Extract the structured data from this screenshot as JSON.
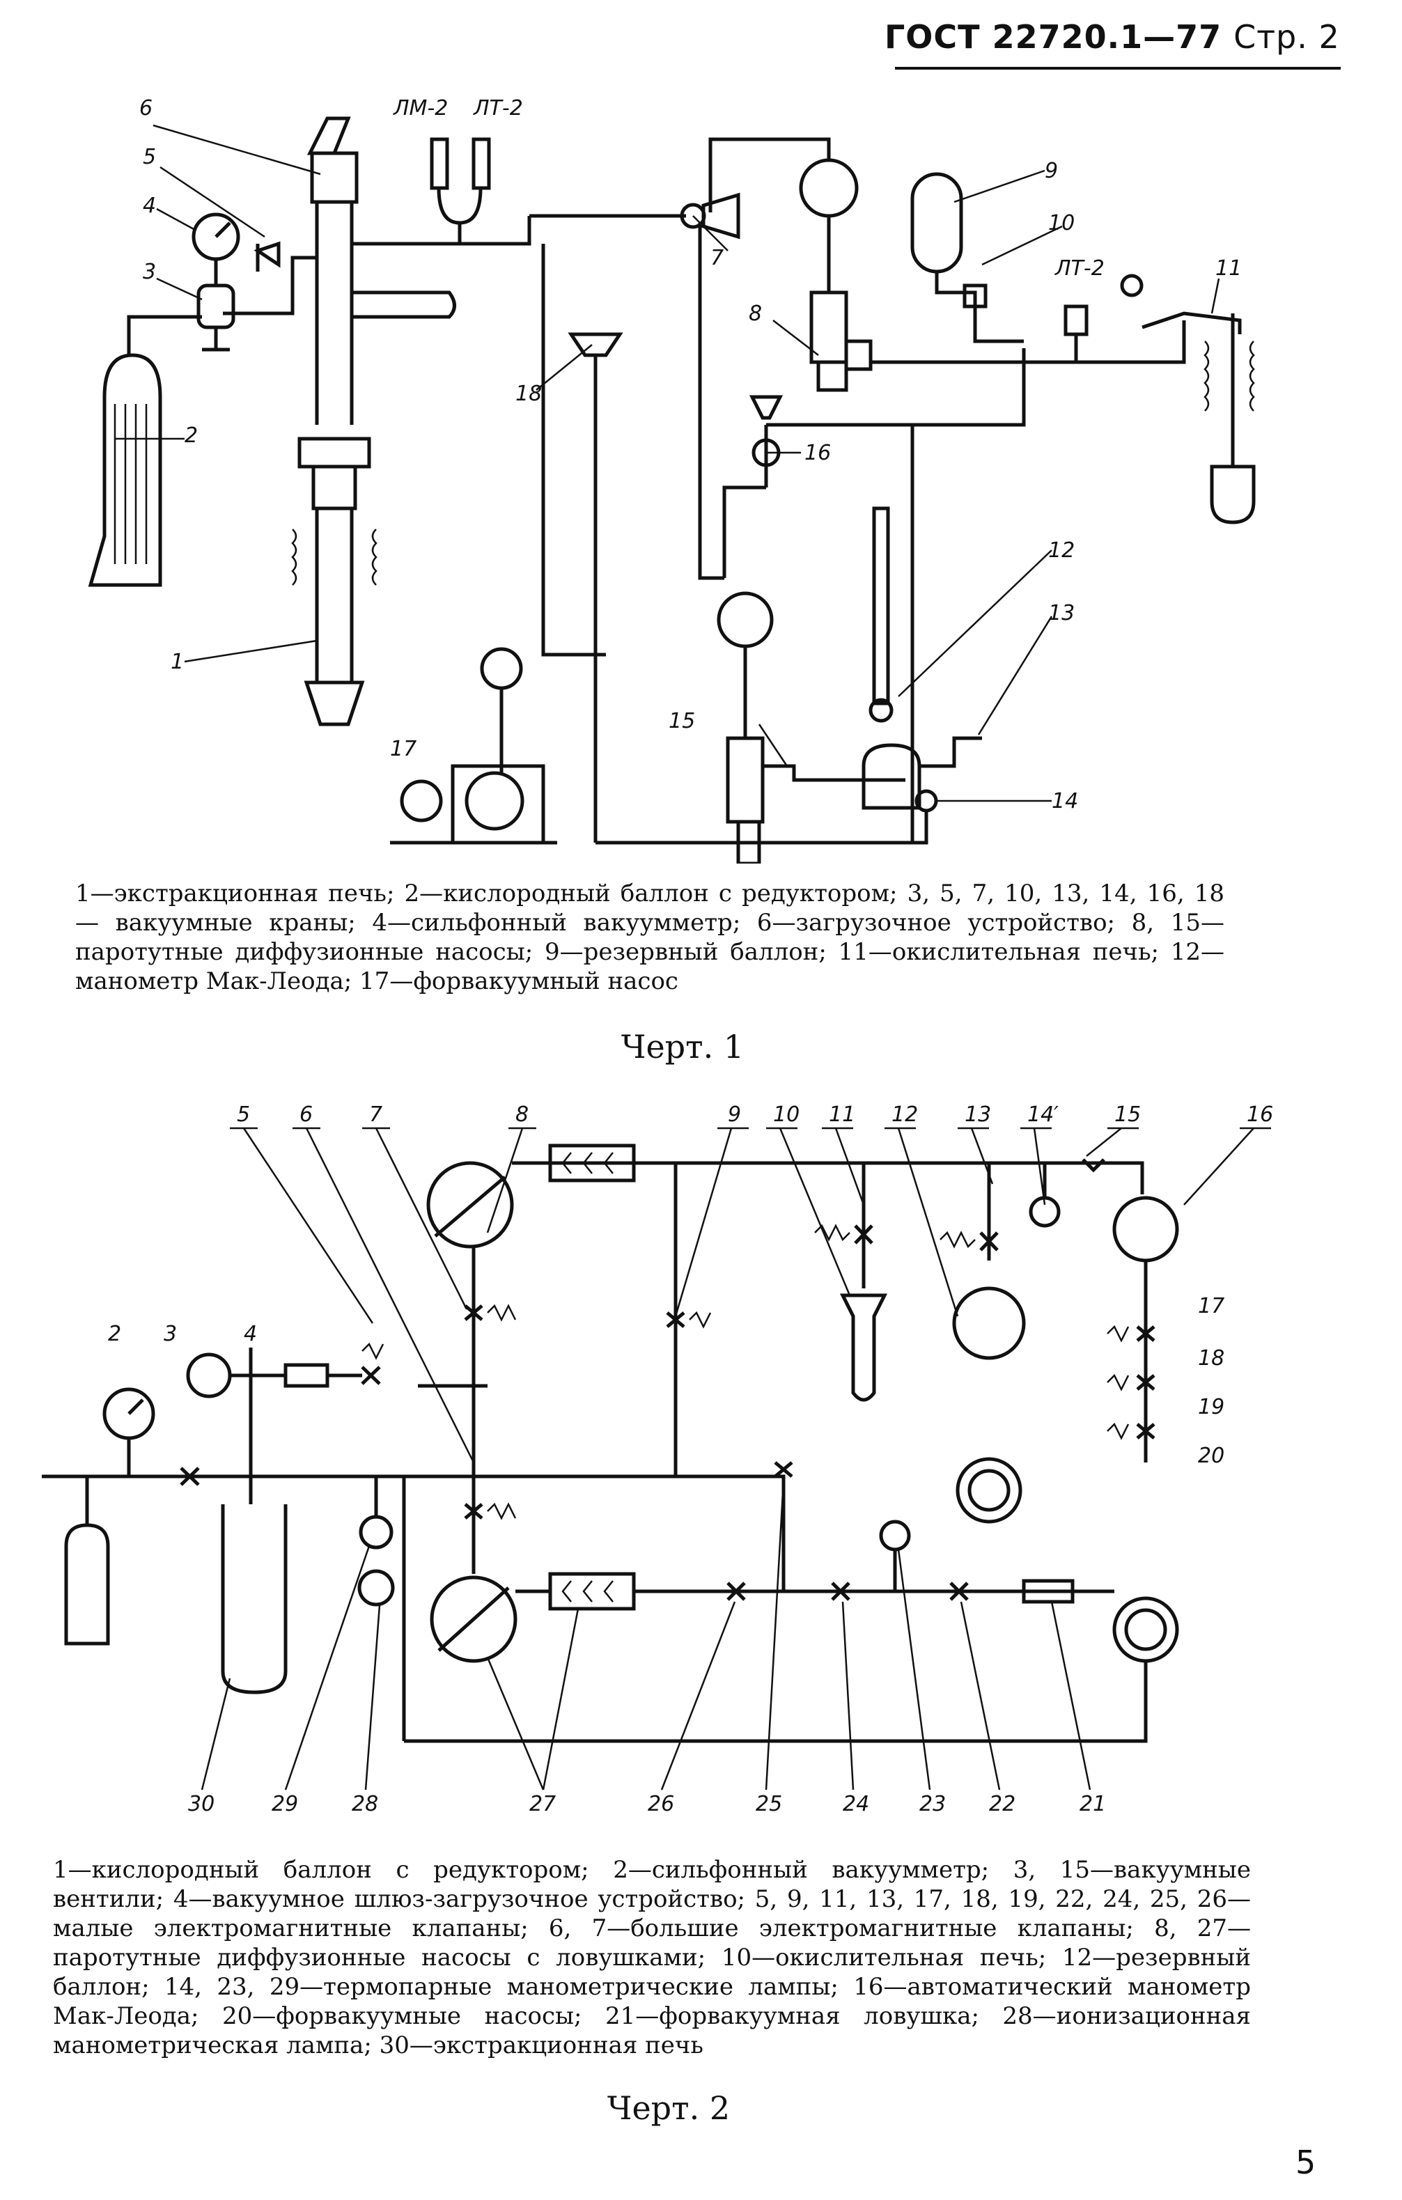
{
  "header": {
    "title": "ГОСТ 22720.1—77",
    "page_ref": "Стр. 2"
  },
  "figure1": {
    "labels": [
      "1",
      "2",
      "3",
      "4",
      "5",
      "6",
      "7",
      "8",
      "9",
      "10",
      "11",
      "12",
      "13",
      "14",
      "15",
      "16",
      "17",
      "18"
    ],
    "gauge_labels": [
      "ЛМ-2",
      "ЛТ-2",
      "ЛТ-2"
    ],
    "caption": "1—экстракционная печь; 2—кислородный баллон с редуктором; 3, 5, 7, 10, 13, 14, 16, 18 — вакуумные краны; 4—сильфонный вакуумметр; 6—загрузочное устройство; 8, 15—паротутные диффузионные насосы; 9—резервный баллон; 11—окислительная печь; 12—манометр Мак-Леода; 17—форвакуумный насос",
    "title": "Черт. 1"
  },
  "figure2": {
    "top_labels": [
      "5",
      "6",
      "7",
      "8",
      "9",
      "10",
      "11",
      "12",
      "13",
      "14′",
      "15",
      "16"
    ],
    "side_labels": [
      "2",
      "3",
      "4",
      "17",
      "18",
      "19",
      "20"
    ],
    "bottom_labels": [
      "30",
      "29",
      "28",
      "27",
      "26",
      "25",
      "24",
      "23",
      "22",
      "21"
    ],
    "caption": "1—кислородный баллон с редуктором; 2—сильфонный вакуумметр; 3, 15—вакуумные вентили; 4—вакуумное шлюз-загрузочное устройство; 5, 9, 11, 13, 17, 18, 19, 22, 24, 25, 26—малые электромагнитные клапаны; 6, 7—большие электромагнитные клапаны; 8, 27—паротутные диффузионные насосы с ловушками; 10—окислительная печь; 12—резервный баллон; 14, 23, 29—термопарные манометрические лампы; 16—автоматический манометр Мак-Леода; 20—форвакуумные насосы; 21—форвакуумная ловушка; 28—ионизационная манометрическая лампа; 30—экстракционная печь",
    "title": "Черт. 2"
  },
  "page_number": "5"
}
